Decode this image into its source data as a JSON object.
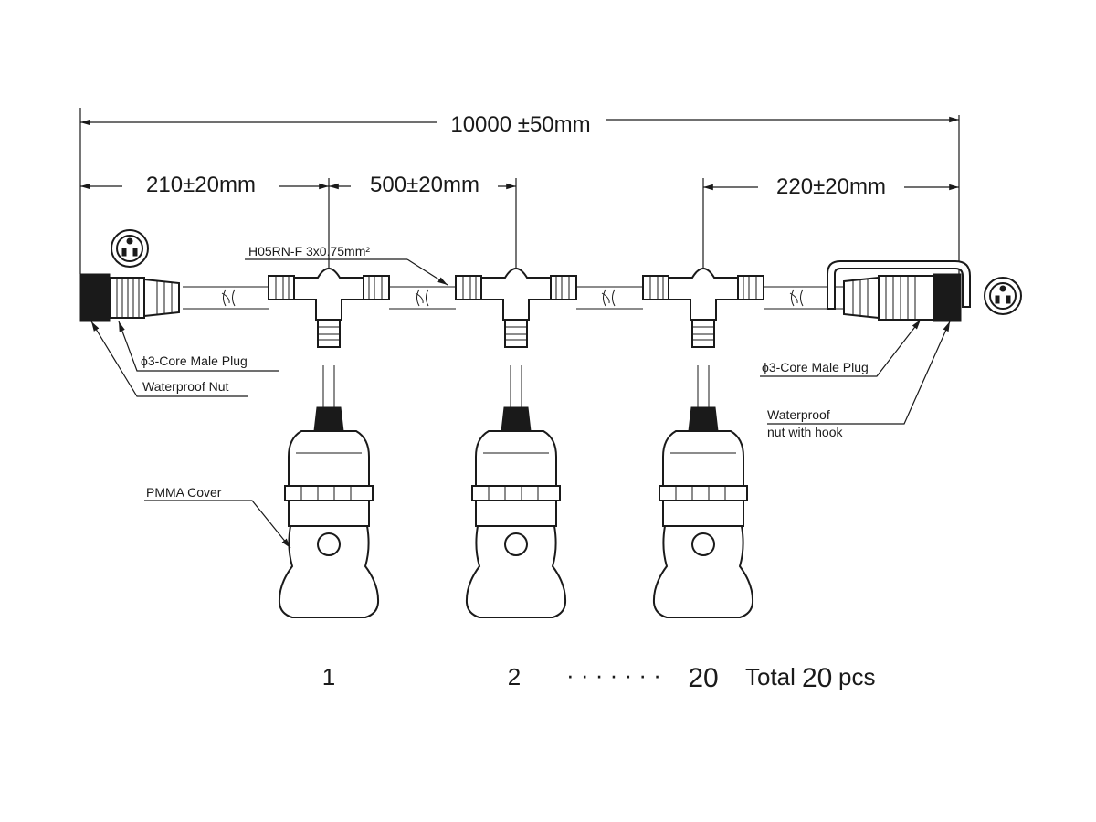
{
  "dimensions": {
    "total_length": "10000 ±50mm",
    "first_segment": "210±20mm",
    "spacing": "500±20mm",
    "last_segment": "220±20mm"
  },
  "labels": {
    "cable_spec": "H05RN-F  3x0.75mm²",
    "left_plug": "ϕ3-Core Male Plug",
    "left_nut": "Waterproof Nut",
    "right_plug": "ϕ3-Core Male Plug",
    "right_nut_line1": "Waterproof",
    "right_nut_line2": "nut with hook",
    "cover": "PMMA Cover"
  },
  "sequence": {
    "first": "1",
    "second": "2",
    "dots": "· · · · · · ·",
    "last": "20",
    "total_word": "Total",
    "total_count": "20",
    "unit": "pcs"
  }
}
